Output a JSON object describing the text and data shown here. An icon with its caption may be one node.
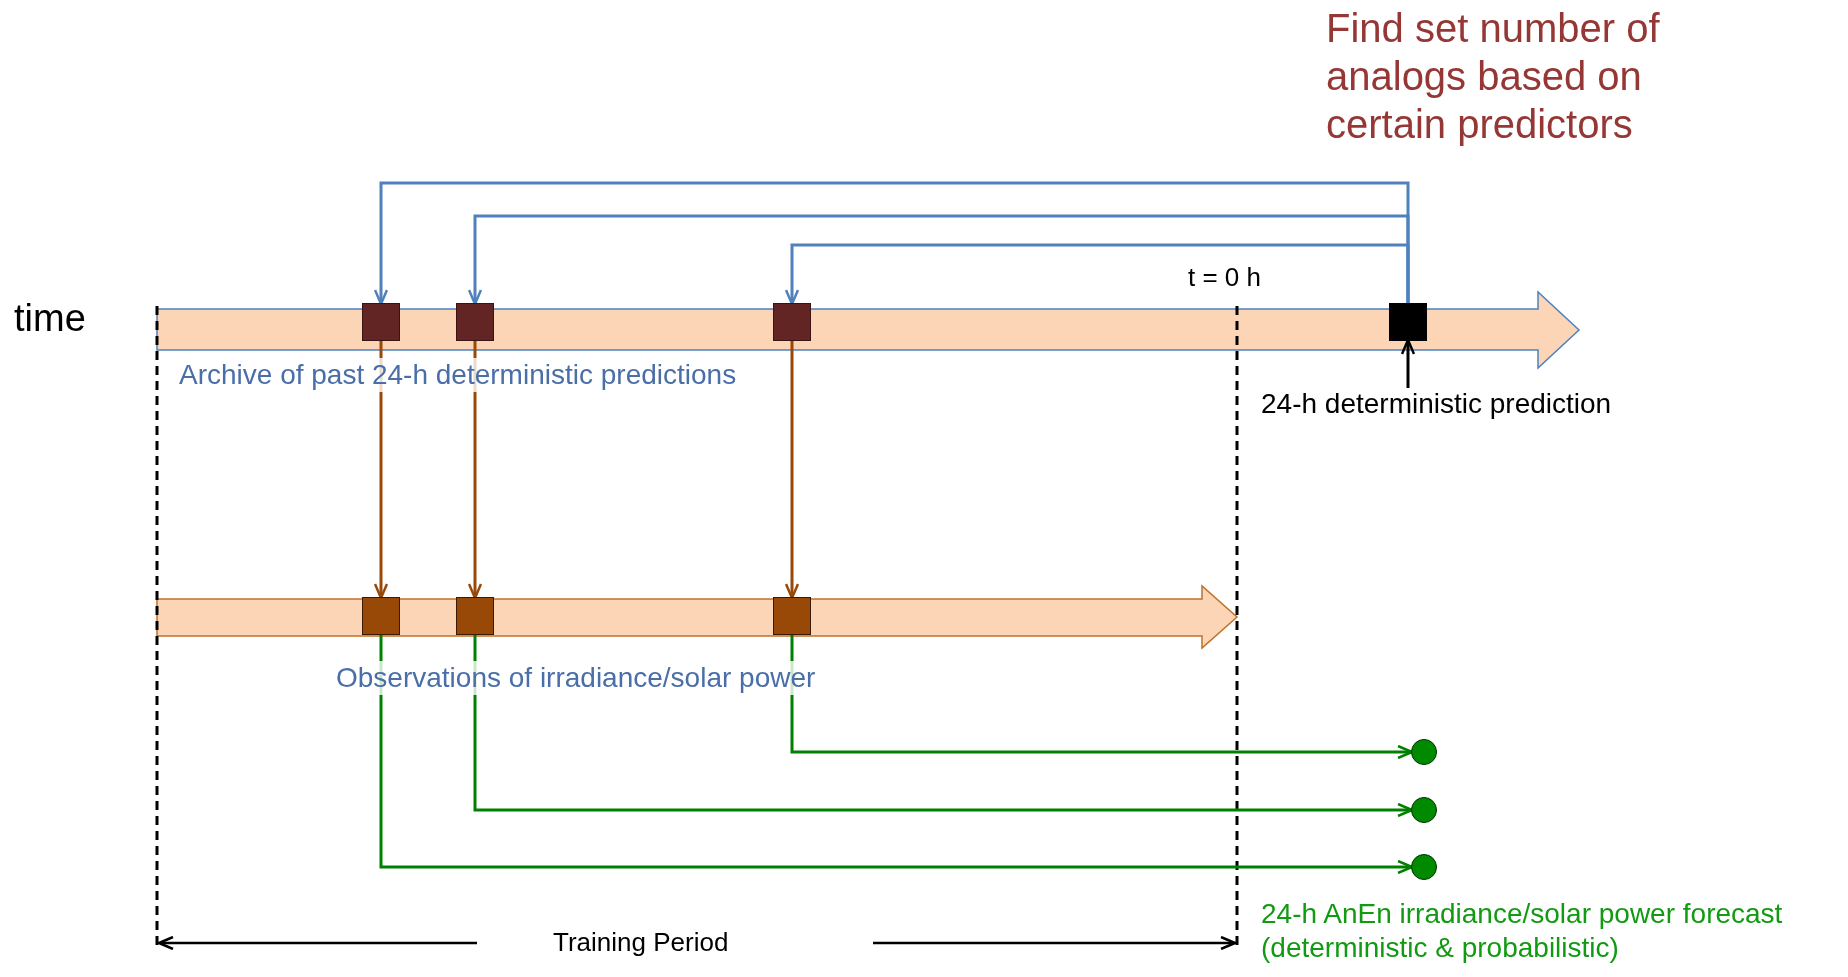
{
  "diagram": {
    "nodes": [
      {
        "text": [],
        "shape": "box"
      },
      {
        "text": [],
        "shape": "box"
      },
      {
        "text": [],
        "shape": "box"
      },
      {
        "text": [],
        "shape": "box"
      },
      {
        "text": [],
        "shape": "box"
      },
      {
        "text": [],
        "shape": "box"
      },
      {
        "text": [],
        "shape": "box"
      },
      {
        "text": [
          "24-h deterministic prediction"
        ]
      },
      {
        "text": [],
        "shape": "circle"
      },
      {
        "text": [],
        "shape": "circle"
      },
      {
        "text": [],
        "shape": "circle"
      }
    ],
    "edges": [
      {
        "from": 3,
        "to": 0,
        "arrow": "to",
        "color": "#4f81bd"
      },
      {
        "from": 3,
        "to": 1,
        "arrow": "to",
        "color": "#4f81bd"
      },
      {
        "from": 3,
        "to": 2,
        "arrow": "to",
        "color": "#4f81bd"
      },
      {
        "from": 0,
        "to": 4,
        "arrow": "to",
        "color": "#984807"
      },
      {
        "from": 1,
        "to": 5,
        "arrow": "to",
        "color": "#984807"
      },
      {
        "from": 2,
        "to": 6,
        "arrow": "to",
        "color": "#984807"
      },
      {
        "from": 7,
        "to": 3,
        "arrow": "to",
        "color": "#000000"
      },
      {
        "from": 6,
        "to": 8,
        "arrow": "to",
        "color": "#008000"
      },
      {
        "from": 5,
        "to": 9,
        "arrow": "to",
        "color": "#008000"
      },
      {
        "from": 4,
        "to": 10,
        "arrow": "to",
        "color": "#008000"
      }
    ],
    "labels": [
      "Find set number of analogs based on certain predictors",
      "time",
      "t = 0 h",
      "Archive of past 24-h deterministic predictions",
      "Observations of irradiance/solar power",
      "24-h AnEn irradiance/solar power forecast (deterministic & probabilistic)",
      "Training Period"
    ]
  }
}
